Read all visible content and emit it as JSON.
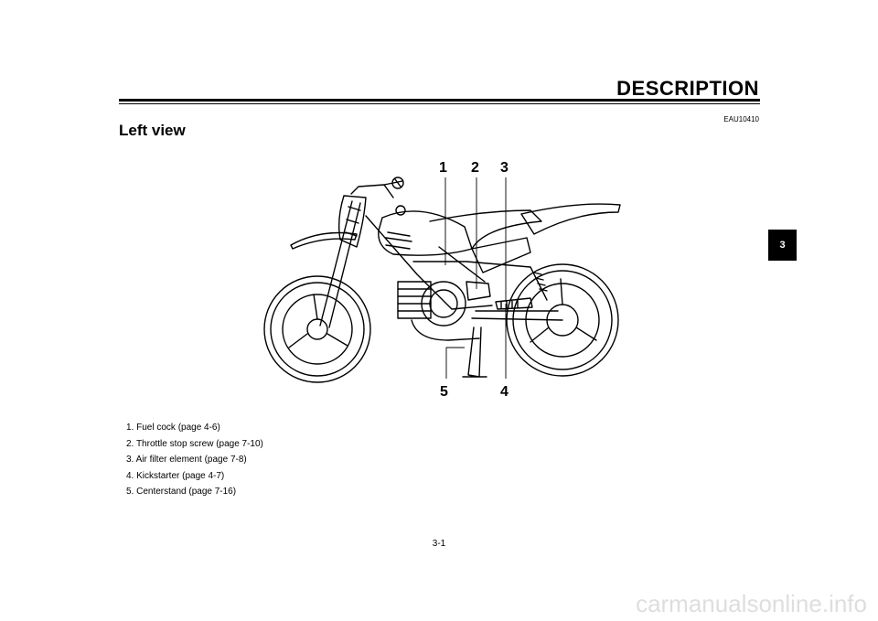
{
  "header": {
    "title": "DESCRIPTION",
    "code": "EAU10410"
  },
  "section": {
    "title": "Left view",
    "chapter_tab": "3"
  },
  "diagram": {
    "callouts": [
      "1",
      "2",
      "3",
      "4",
      "5"
    ]
  },
  "legend": {
    "items": [
      "1.  Fuel cock (page 4-6)",
      "2.  Throttle stop screw (page 7-10)",
      "3.  Air filter element (page 7-8)",
      "4.  Kickstarter (page 4-7)",
      "5.  Centerstand (page 7-16)"
    ]
  },
  "footer": {
    "page": "3-1",
    "watermark": "carmanualsonline.info"
  }
}
